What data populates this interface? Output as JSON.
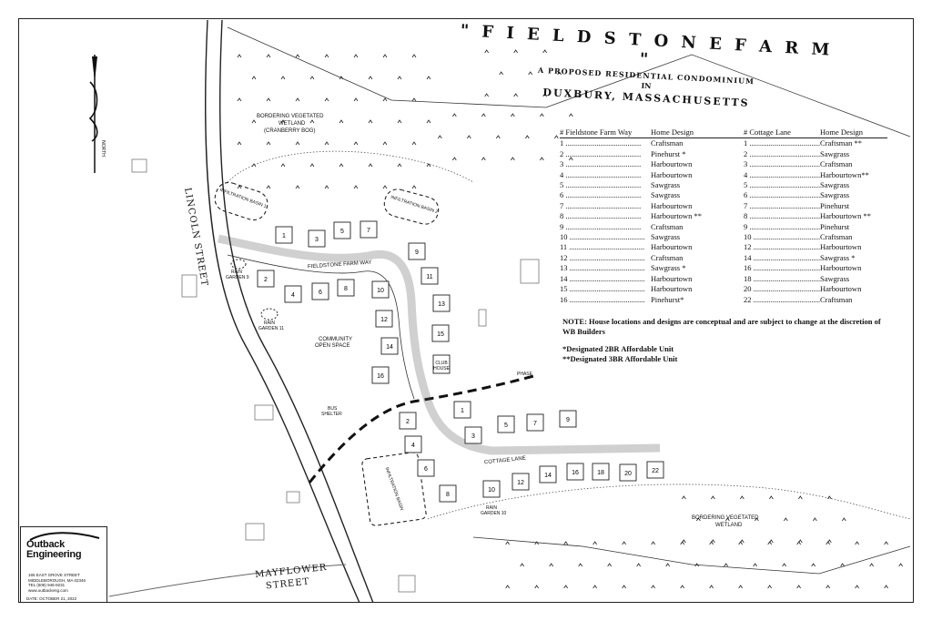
{
  "title": {
    "name": "\" F I E L D S T O N E   F A R M \"",
    "subtitle": "A PROPOSED RESIDENTIAL CONDOMINIUM",
    "in": "IN",
    "location": "DUXBURY, MASSACHUSETTS"
  },
  "schedule": {
    "headers": [
      "# Fieldstone Farm Way",
      "Home Design",
      "# Cottage Lane",
      "Home Design"
    ],
    "rows": [
      [
        "1",
        "Craftsman",
        "1",
        "Craftsman **"
      ],
      [
        "2",
        "Pinehurst *",
        "2",
        "Sawgrass"
      ],
      [
        "3",
        "Harbourtown",
        "3",
        "Craftsman"
      ],
      [
        "4",
        "Harbourtown",
        "4",
        "Harbourtown**"
      ],
      [
        "5",
        "Sawgrass",
        "5",
        "Sawgrass"
      ],
      [
        "6",
        "Sawgrass",
        "6",
        "Sawgrass"
      ],
      [
        "7",
        "Harbourtown",
        "7",
        "Pinehurst"
      ],
      [
        "8",
        "Harbourtown **",
        "8",
        "Harbourtown **"
      ],
      [
        "9",
        "Craftsman",
        "9",
        "Pinehurst"
      ],
      [
        "10",
        "Sawgrass",
        "10",
        "Craftsman"
      ],
      [
        "11",
        "Harbourtown",
        "12",
        "Harbourtown"
      ],
      [
        "12",
        "Craftsman",
        "14",
        "Sawgrass *"
      ],
      [
        "13",
        "Sawgrass *",
        "16",
        "Harbourtown"
      ],
      [
        "14",
        "Harbourtown",
        "18",
        "Sawgrass"
      ],
      [
        "15",
        "Harbourtown",
        "20",
        "Harbourtown"
      ],
      [
        "16",
        "Pinehurst*",
        "22",
        "Craftsman"
      ]
    ]
  },
  "notes": {
    "note": "NOTE: House locations and designs are conceptual and are subject to change at the discretion of WB Builders",
    "aff2": "*Designated 2BR Affordable Unit",
    "aff3": "**Designated 3BR Affordable Unit"
  },
  "labels": {
    "lincoln": "LINCOLN STREET",
    "mayflower_1": "MAYFLOWER",
    "mayflower_2": "STREET",
    "fieldstone_way": "FIELDSTONE FARM WAY",
    "cottage_lane": "COTTAGE LANE",
    "wetland_n_1": "BORDERING VEGETATED",
    "wetland_n_2": "WETLAND",
    "wetland_n_3": "(CRANBERRY BOG)",
    "wetland_s_1": "BORDERING VEGETATED",
    "wetland_s_2": "WETLAND",
    "open_space_1": "COMMUNITY",
    "open_space_2": "OPEN SPACE",
    "basin_1": "INFILTRATION BASIN 1",
    "basin_2": "INFILTRATION BASIN 2",
    "basin_3": "INFILTRATION BASIN",
    "rain_9_1": "RAIN",
    "rain_9_2": "GARDEN 9",
    "rain_11_1": "RAIN",
    "rain_11_2": "GARDEN 11",
    "rain_10_1": "RAIN",
    "rain_10_2": "GARDEN 10",
    "bus_1": "BUS",
    "bus_2": "SHELTER",
    "phase": "PHASE",
    "club": "CLUB HOUSE",
    "north": "NORTH"
  },
  "fieldstone_lots": [
    "1",
    "2",
    "3",
    "4",
    "5",
    "6",
    "7",
    "8",
    "9",
    "10",
    "11",
    "12",
    "13",
    "14",
    "15",
    "16"
  ],
  "cottage_lots": [
    "1",
    "2",
    "3",
    "4",
    "5",
    "6",
    "7",
    "8",
    "9",
    "10",
    "12",
    "14",
    "16",
    "18",
    "20",
    "22"
  ],
  "logo": {
    "line1": "Outback",
    "line2": "Engineering",
    "addr1": "165 EAST GROVE STREET",
    "addr2": "MIDDLEBOROUGH, MA 02346",
    "addr3": "TEL (508) 946-9231",
    "addr4": "www.outbackeng.com",
    "date": "DATE: OCTOBER 21, 2022"
  }
}
